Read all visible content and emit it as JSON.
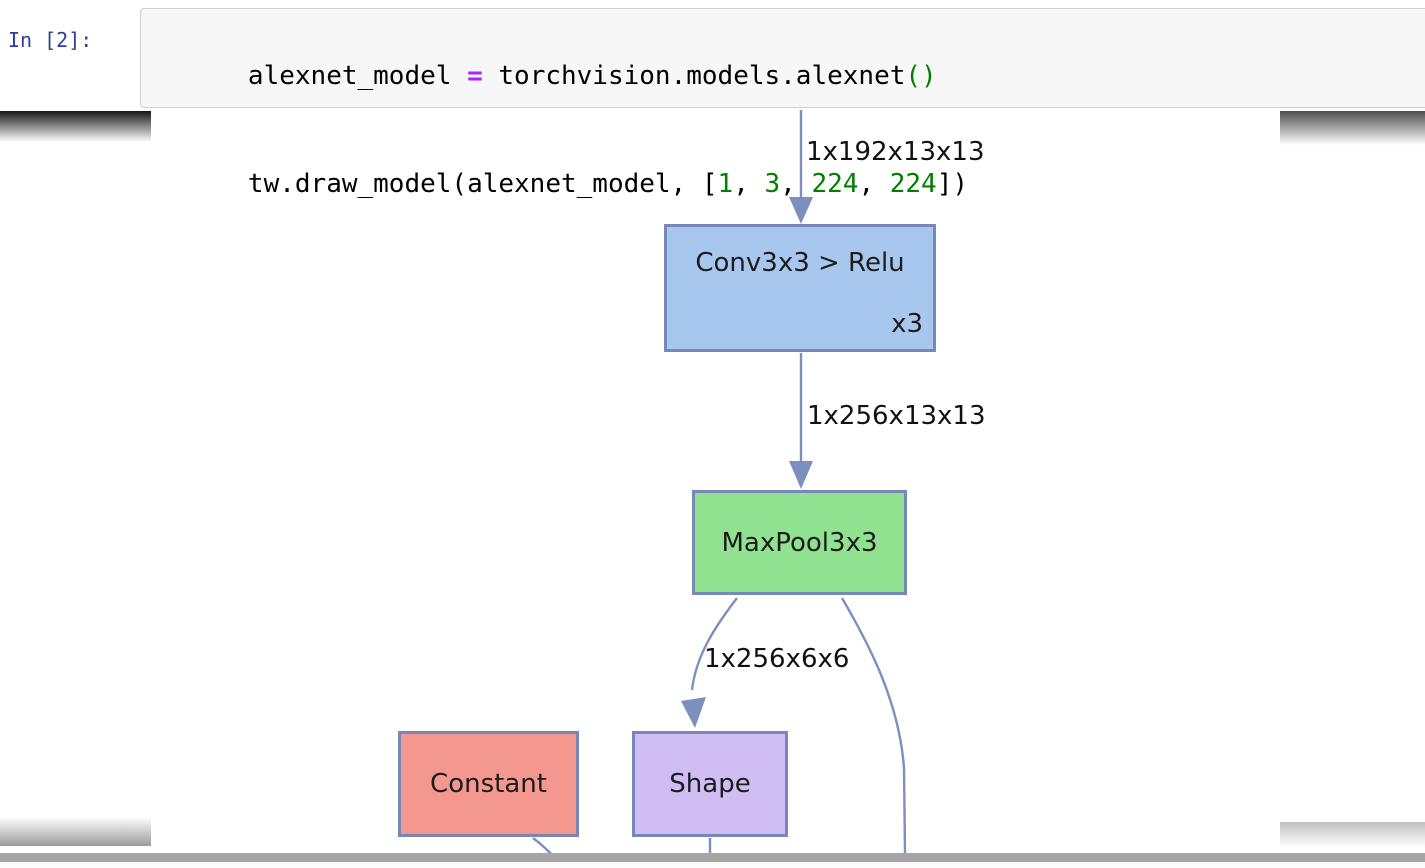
{
  "cell": {
    "prompt": "In [2]:",
    "code_line_1": {
      "t0": "alexnet_model ",
      "t1": "=",
      "t2": " torchvision.models.alexnet",
      "t3": "()"
    },
    "code_line_2": {
      "t0": "tw.draw_model(alexnet_model, [",
      "t1": "1",
      "t2": ", ",
      "t3": "3",
      "t4": ", ",
      "t5": "224",
      "t6": ", ",
      "t7": "224",
      "t8": "])"
    }
  },
  "diagram": {
    "edge_labels": {
      "into_conv": "1x192x13x13",
      "into_maxpool": "1x256x13x13",
      "into_shape": "1x256x6x6"
    },
    "nodes": {
      "conv": {
        "label": "Conv3x3 > Relu",
        "repeat": "x3"
      },
      "maxpool": {
        "label": "MaxPool3x3"
      },
      "constant": {
        "label": "Constant"
      },
      "shape": {
        "label": "Shape"
      }
    }
  },
  "colors": {
    "prompt_blue": "#303f9f",
    "operator_purple": "#aa22ff",
    "number_green": "#008000",
    "edge_blue": "#7d8fbe",
    "node_border": "#7787b8",
    "conv_fill": "#a7c7ee",
    "maxpool_fill": "#90e290",
    "constant_fill": "#f4988f",
    "shape_fill": "#cebef3"
  }
}
